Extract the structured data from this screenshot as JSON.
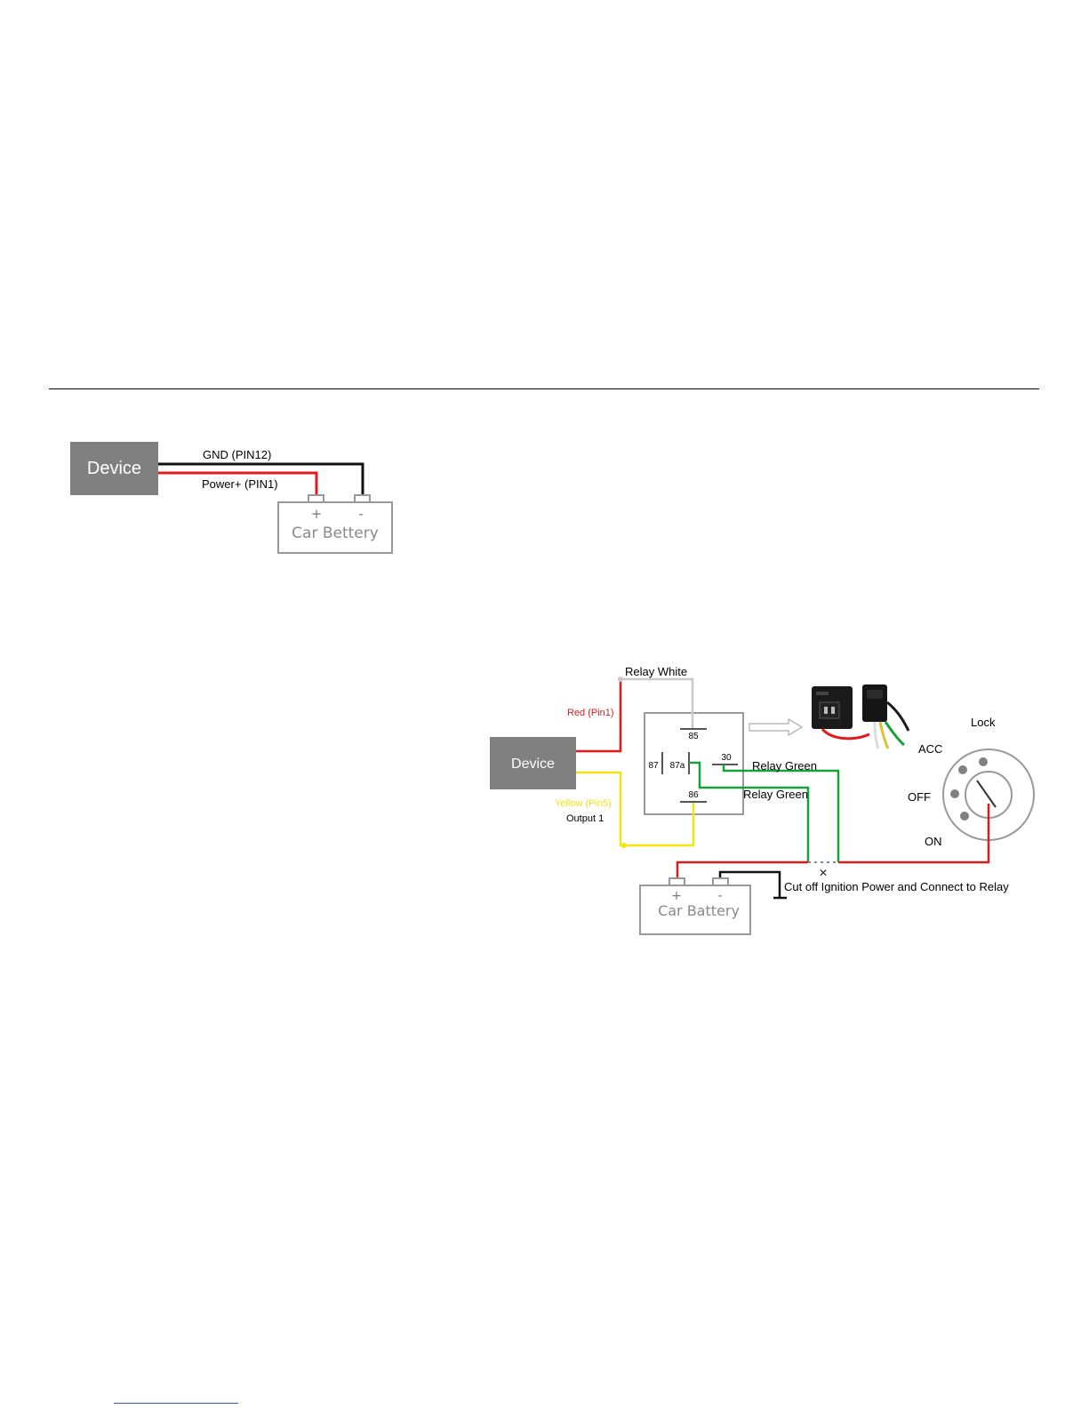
{
  "colors": {
    "wire_red": "#e01b1b",
    "wire_black": "#111111",
    "wire_yellow": "#f2e411",
    "wire_green": "#14a33a",
    "wire_white": "#c9c9c9",
    "device_fill": "#808080",
    "outline": "#999999",
    "rule": "#000000",
    "footer_rule": "#2e59c9"
  },
  "diagram_basic": {
    "device_label": "Device",
    "gnd_label": "GND (PIN12)",
    "power_label": "Power+ (PIN1)",
    "battery_plus": "+",
    "battery_minus": "-",
    "battery_label": "Car Bettery"
  },
  "diagram_relay": {
    "relay_white_label": "Relay White",
    "red_label": "Red (Pin1)",
    "device_label": "Device",
    "yellow_label": "Yellow (Pin5)",
    "output_label": "Output 1",
    "pin_85": "85",
    "pin_87": "87",
    "pin_87a": "87a",
    "pin_30": "30",
    "pin_86": "86",
    "relay_green_1": "Relay Green",
    "relay_green_2": "Relay Green",
    "battery_plus": "+",
    "battery_minus": "-",
    "battery_label": "Car Battery",
    "cut_off_label": "Cut off Ignition Power and Connect to Relay",
    "cut_mark": "✕",
    "ignition": {
      "lock": "Lock",
      "acc": "ACC",
      "off": "OFF",
      "on": "ON"
    }
  }
}
